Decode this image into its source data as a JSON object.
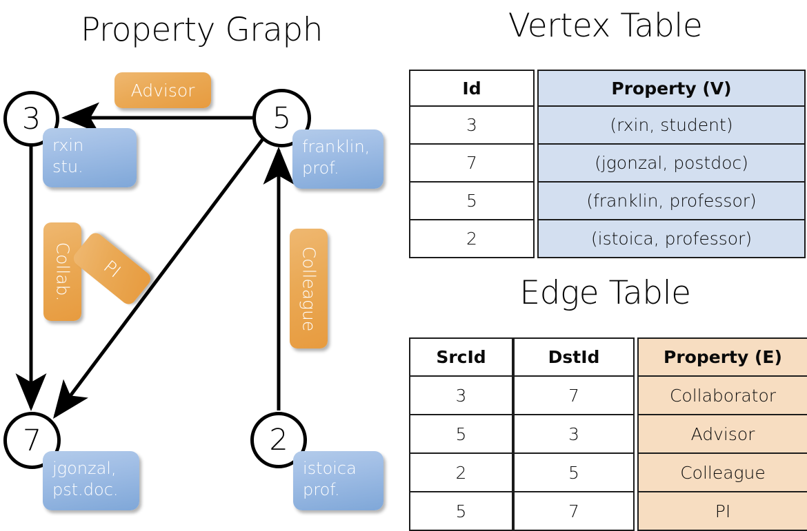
{
  "titles": {
    "property_graph": "Property Graph",
    "vertex_table": "Vertex Table",
    "edge_table": "Edge Table"
  },
  "colors": {
    "vertex_property_fill": "#d3dff0",
    "edge_property_fill": "#f7ddc1",
    "node_property_box": "#a2bfe6",
    "edge_label_box": "#eaa955",
    "stroke": "#000000"
  },
  "graph": {
    "nodes": [
      {
        "id": "3",
        "property_lines": [
          "rxin",
          "stu."
        ]
      },
      {
        "id": "5",
        "property_lines": [
          "franklin,",
          "prof."
        ]
      },
      {
        "id": "7",
        "property_lines": [
          "jgonzal,",
          "pst.doc."
        ]
      },
      {
        "id": "2",
        "property_lines": [
          "istoica",
          "prof."
        ]
      }
    ],
    "edge_labels": [
      {
        "name": "advisor",
        "text": "Advisor"
      },
      {
        "name": "collab",
        "text": "Collab."
      },
      {
        "name": "pi",
        "text": "PI"
      },
      {
        "name": "colleague",
        "text": "Colleague"
      }
    ],
    "edges": [
      {
        "src": "5",
        "dst": "3",
        "label": "Advisor"
      },
      {
        "src": "3",
        "dst": "7",
        "label": "Collab."
      },
      {
        "src": "5",
        "dst": "7",
        "label": "PI"
      },
      {
        "src": "2",
        "dst": "5",
        "label": "Colleague"
      }
    ]
  },
  "vertex_table": {
    "headers": [
      "Id",
      "Property (V)"
    ],
    "rows": [
      {
        "id": "3",
        "property": "(rxin, student)"
      },
      {
        "id": "7",
        "property": "(jgonzal, postdoc)"
      },
      {
        "id": "5",
        "property": "(franklin, professor)"
      },
      {
        "id": "2",
        "property": "(istoica, professor)"
      }
    ]
  },
  "edge_table": {
    "headers": [
      "SrcId",
      "DstId",
      "Property (E)"
    ],
    "rows": [
      {
        "src": "3",
        "dst": "7",
        "property": "Collaborator"
      },
      {
        "src": "5",
        "dst": "3",
        "property": "Advisor"
      },
      {
        "src": "2",
        "dst": "5",
        "property": "Colleague"
      },
      {
        "src": "5",
        "dst": "7",
        "property": "PI"
      }
    ]
  }
}
